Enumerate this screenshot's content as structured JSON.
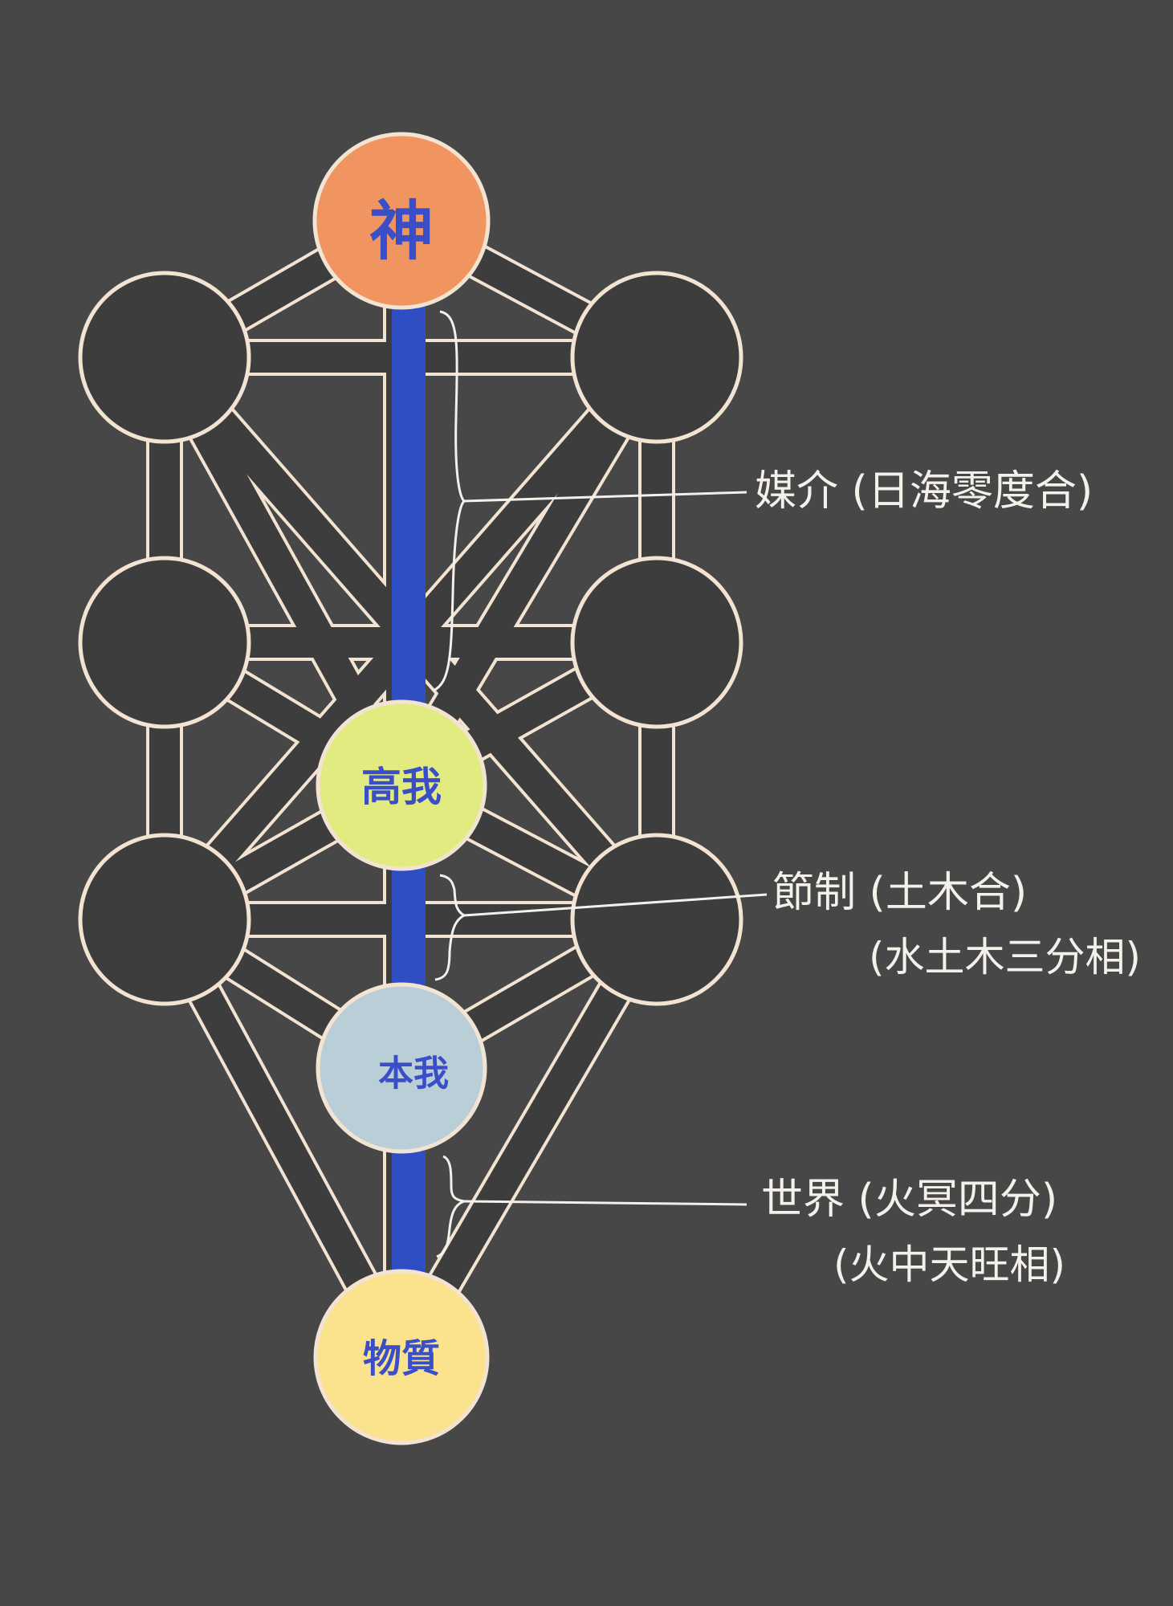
{
  "nodes": {
    "top": {
      "label": "神",
      "color": "#f09460"
    },
    "higher": {
      "label": "高我",
      "color": "#e1eb7f"
    },
    "self": {
      "label": "本我",
      "color": "#b9ced7"
    },
    "matter": {
      "label": "物質",
      "color": "#fbe28c"
    }
  },
  "annotations": {
    "upper": {
      "line1": "媒介 (日海零度合)"
    },
    "middle": {
      "line1": "節制 (土木合)",
      "line2": "(水土木三分相)"
    },
    "lower": {
      "line1": "世界 (火冥四分)",
      "line2": "(火中天旺相)"
    }
  },
  "colors": {
    "background": "#474747",
    "path_fill": "#3d3d3d",
    "path_outline": "#f3e3d2",
    "pillar": "#2f4ec4",
    "empty_node": "#3d3d3d",
    "label": "#3a4fc7",
    "annotation": "#f4f0ea"
  }
}
